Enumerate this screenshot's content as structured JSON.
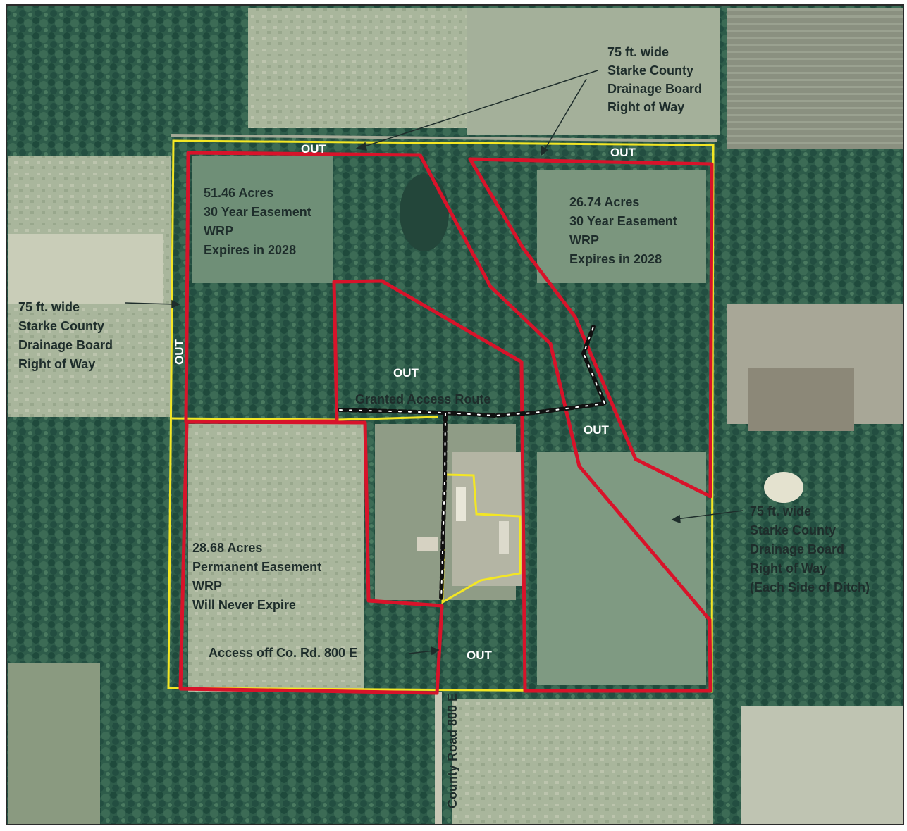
{
  "colors": {
    "boundary": "#f3e624",
    "easement": "#d8132a",
    "access_route": "#111111",
    "label_text": "#1e2d2b",
    "out_text": "#ffffff",
    "field_light": "#b7bca6",
    "tree_dark": "#1f4a3c"
  },
  "labels": {
    "row_top_right": [
      "75 ft. wide",
      "Starke County",
      "Drainage Board",
      "Right of Way"
    ],
    "row_left": [
      "75 ft. wide",
      "Starke County",
      "Drainage Board",
      "Right of Way"
    ],
    "row_right": [
      "75 ft. wide",
      "Starke County",
      "Drainage Board",
      "Right of Way",
      "(Each Side of Ditch)"
    ],
    "parcel_nw": [
      "51.46 Acres",
      "30 Year Easement",
      "WRP",
      "Expires in 2028"
    ],
    "parcel_ne": [
      "26.74 Acres",
      "30 Year Easement",
      "WRP",
      "Expires in 2028"
    ],
    "parcel_sw": [
      "28.68 Acres",
      "Permanent Easement",
      "WRP",
      "Will Never Expire"
    ],
    "access_route": "Granted Access Route",
    "access_off_road": "Access off Co. Rd. 800 E",
    "county_road": "County Road 800 E",
    "out": "OUT"
  }
}
